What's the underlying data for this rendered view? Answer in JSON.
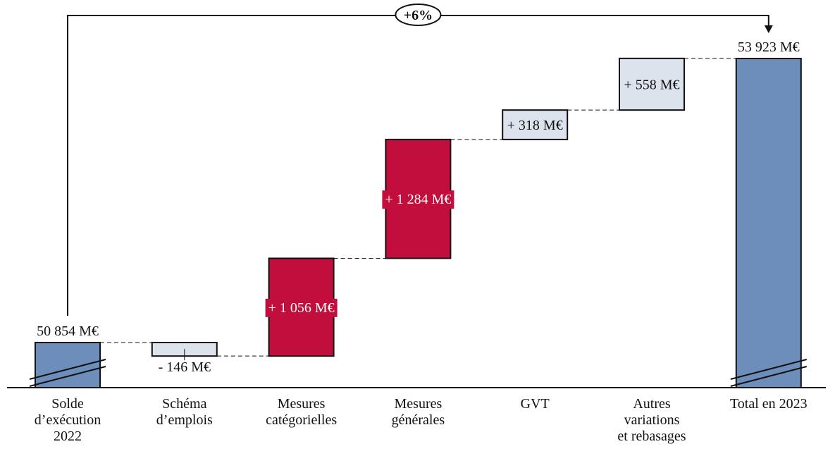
{
  "chart_data": {
    "type": "waterfall",
    "title": "",
    "unit": "M€",
    "categories": [
      [
        "Solde",
        "d’exécution",
        "2022"
      ],
      [
        "Schéma",
        "d’emplois"
      ],
      [
        "Mesures",
        "catégorielles"
      ],
      [
        "Mesures",
        "générales"
      ],
      [
        "GVT"
      ],
      [
        "Autres",
        "variations",
        "et rebasages"
      ],
      [
        "Total en 2023"
      ]
    ],
    "steps": [
      {
        "kind": "total",
        "value": 50854,
        "label": "50 854 M€"
      },
      {
        "kind": "delta",
        "value": -146,
        "label": "- 146 M€"
      },
      {
        "kind": "delta",
        "value": 1056,
        "label": "+ 1 056 M€"
      },
      {
        "kind": "delta",
        "value": 1284,
        "label": "+ 1 284 M€"
      },
      {
        "kind": "delta",
        "value": 318,
        "label": "+ 318 M€"
      },
      {
        "kind": "delta",
        "value": 558,
        "label": "+ 558 M€"
      },
      {
        "kind": "total",
        "value": 53923,
        "label": "53 923 M€"
      }
    ],
    "annotation": "+6%",
    "axis_broken": true,
    "colors": {
      "total": "#6d8eba",
      "major": "#c20e3d",
      "minor": "#dde3ed"
    },
    "major_steps": [
      2,
      3
    ]
  }
}
